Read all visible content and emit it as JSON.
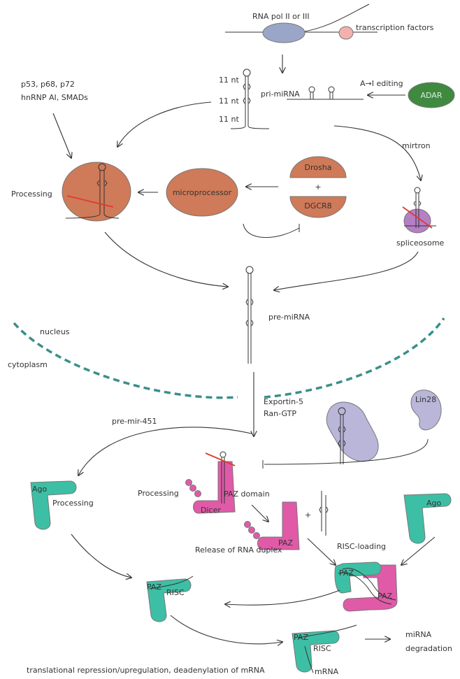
{
  "colors": {
    "pol": "#9aa6c8",
    "tf": "#f2b1ad",
    "adar": "#3f8a3f",
    "orange": "#cf7a58",
    "spliceosome": "#b57fc6",
    "membrane": "#3a8f8a",
    "teal": "#3dbfa5",
    "pink": "#e05aa8",
    "lilac": "#b9b6da",
    "cut": "#e03a2c"
  },
  "labels": {
    "rna_pol": "RNA pol II or III",
    "transcription_factors": "transcription factors",
    "nt_1": "11 nt",
    "nt_2": "11 nt",
    "nt_3": "11 nt",
    "pri_mirna": "pri-miRNA",
    "a_i_editing": "A→I editing",
    "adar": "ADAR",
    "regulators_line1": "p53, p68, p72",
    "regulators_line2": "hnRNP AI, SMADs",
    "mirtron": "mirtron",
    "processing_nucleus": "Processing",
    "microprocessor": "microprocessor",
    "drosha": "Drosha",
    "plus_1": "+",
    "dgcr8": "DGCR8",
    "spliceosome": "spliceosome",
    "pre_mirna": "pre-miRNA",
    "nucleus": "nucleus",
    "cytoplasm": "cytoplasm",
    "exportin": "Exportin-5",
    "ran_gtp": "Ran-GTP",
    "lin28": "Lin28",
    "pre_mir_451": "pre-mir-451",
    "ago_left": "Ago",
    "processing_ago": "Processing",
    "processing_dicer": "Processing",
    "dicer": "Dicer",
    "paz_domain": "PAZ domain",
    "plus_2": "+",
    "ago_right": "Ago",
    "paz_release": "PAZ",
    "release_duplex": "Release of RNA duplex",
    "risc_loading": "RISC-loading",
    "paz_loading_1": "PAZ",
    "paz_loading_2": "PAZ",
    "paz_risc": "PAZ",
    "risc": "RISC",
    "paz_mrna": "PAZ",
    "risc_mrna": "RISC",
    "mirna_line1": "miRNA",
    "mirna_line2": "degradation",
    "translational": "translational repression/upregulation, deadenylation of mRNA",
    "mrna": "mRNA"
  }
}
